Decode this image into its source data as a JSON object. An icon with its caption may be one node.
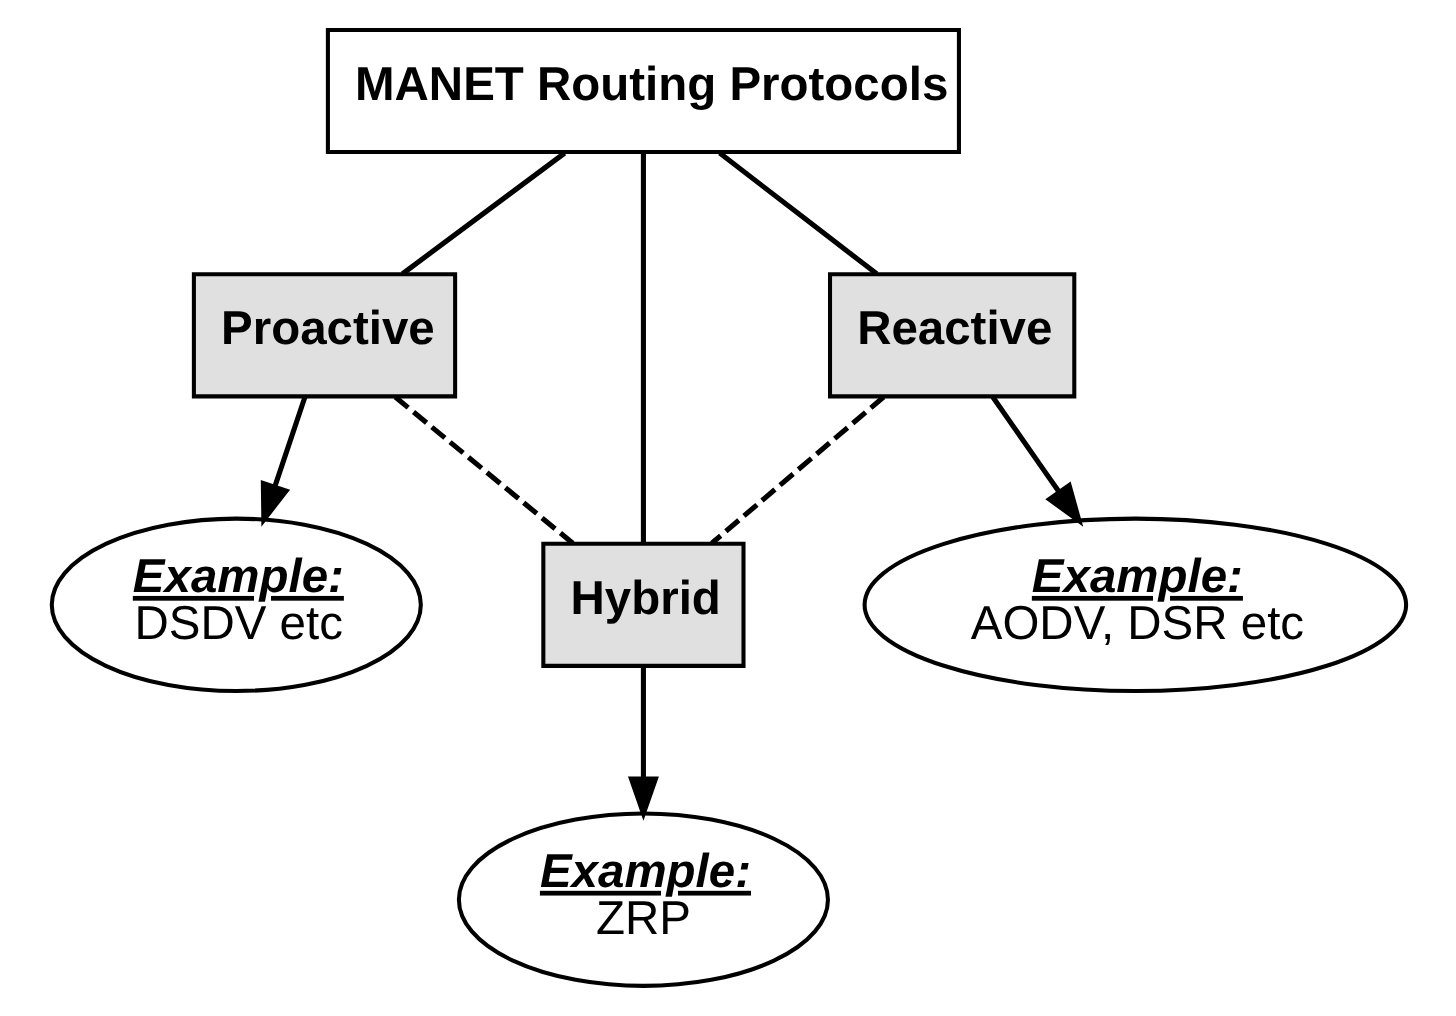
{
  "diagram": {
    "nodes": [
      {
        "text": [
          "MANET Routing Protocols"
        ]
      },
      {
        "text": [
          "Proactive"
        ]
      },
      {
        "text": [
          "Hybrid"
        ]
      },
      {
        "text": [
          "Reactive"
        ]
      },
      {
        "text": [
          "Example:",
          "DSDV etc"
        ]
      },
      {
        "text": [
          "Example:",
          "ZRP"
        ]
      },
      {
        "text": [
          "Example:",
          "AODV, DSR etc"
        ]
      }
    ],
    "edges": [
      {
        "from": 0,
        "to": 1,
        "arrow": "none"
      },
      {
        "from": 0,
        "to": 2,
        "arrow": "none"
      },
      {
        "from": 0,
        "to": 3,
        "arrow": "none"
      },
      {
        "from": 1,
        "to": 4,
        "arrow": "to"
      },
      {
        "from": 1,
        "to": 2,
        "arrow": "none",
        "style": "dashed"
      },
      {
        "from": 3,
        "to": 2,
        "arrow": "none",
        "style": "dashed"
      },
      {
        "from": 2,
        "to": 5,
        "arrow": "to"
      },
      {
        "from": 3,
        "to": 6,
        "arrow": "to"
      }
    ]
  }
}
